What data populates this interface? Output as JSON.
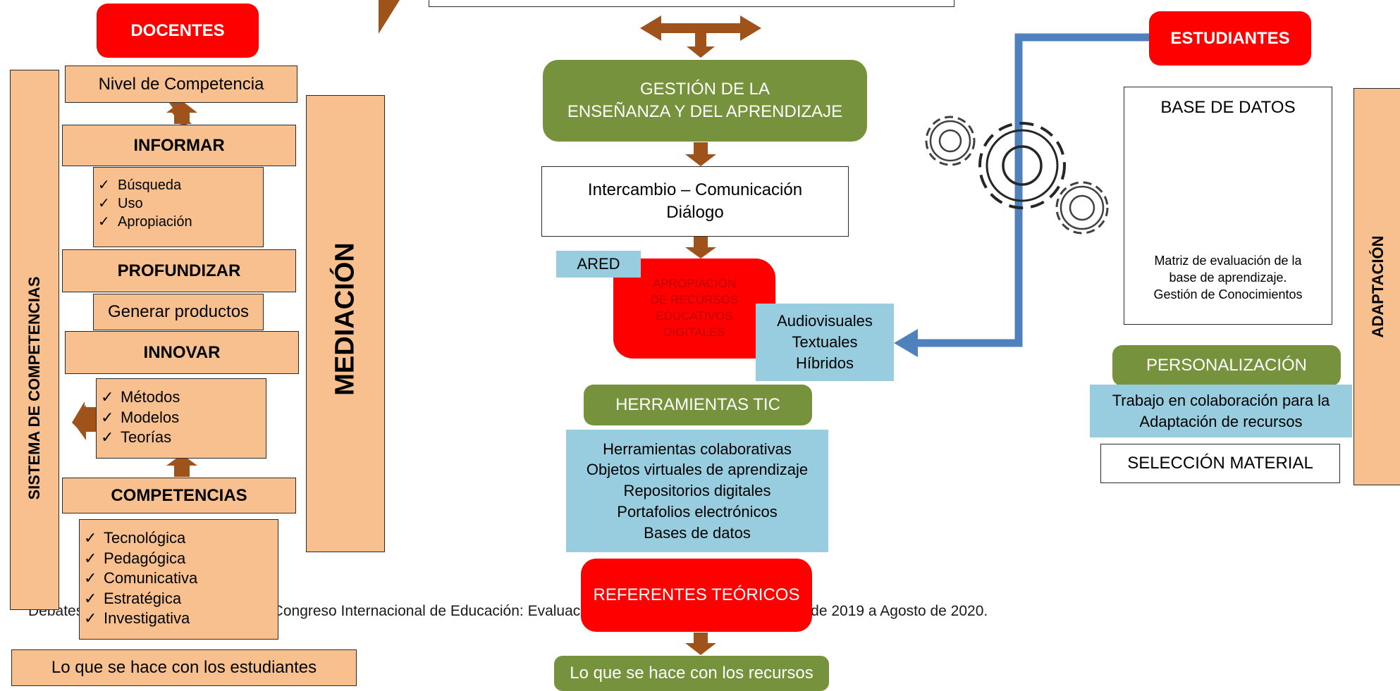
{
  "footer_citation": "Debates en Evaluación y Currículum/Congreso Internacional de Educación: Evaluación 2019 Año 5, No. 5/ Septiembre de 2019 a Agosto de 2020.",
  "left": {
    "docentes": "DOCENTES",
    "sistema": "SISTEMA DE COMPETENCIAS",
    "nivel": "Nivel de Competencia",
    "informar": "INFORMAR",
    "informar_items": [
      "Búsqueda",
      "Uso",
      "Apropiación"
    ],
    "profundizar": "PROFUNDIZAR",
    "generar": "Generar productos",
    "innovar": "INNOVAR",
    "innovar_items": [
      "Métodos",
      "Modelos",
      "Teorías"
    ],
    "competencias": "COMPETENCIAS",
    "competencias_items": [
      "Tecnológica",
      "Pedagógica",
      "Comunicativa",
      "Estratégica",
      "Investigativa"
    ],
    "estudiantes_box": "Lo que se hace con los estudiantes",
    "mediacion": "MEDIACIÓN"
  },
  "center": {
    "gestion": [
      "GESTIÓN DE LA",
      "ENSEÑANZA Y DEL APRENDIZAJE"
    ],
    "intercambio": [
      "Intercambio – Comunicación",
      "Diálogo"
    ],
    "ared": "ARED",
    "apropiacion": [
      "APROPIACIÓN",
      "DE RECURSOS",
      "EDUCATIVOS",
      "DIGITALES"
    ],
    "tipos": [
      "Audiovisuales",
      "Textuales",
      "Híbridos"
    ],
    "herramientas_tic": "HERRAMIENTAS TIC",
    "herramientas_list": [
      "Herramientas colaborativas",
      "Objetos virtuales de aprendizaje",
      "Repositorios digitales",
      "Portafolios electrónicos",
      "Bases de datos"
    ],
    "referentes": "REFERENTES TEÓRICOS",
    "recursos_box": "Lo que se hace con los recursos"
  },
  "right": {
    "estudiantes": "ESTUDIANTES",
    "base_datos": "BASE DE DATOS",
    "matriz": [
      "Matriz de evaluación de la",
      "base de aprendizaje.",
      "Gestión de Conocimientos"
    ],
    "personalizacion": "PERSONALIZACIÓN",
    "trabajo": [
      "Trabajo en colaboración para la",
      "Adaptación de recursos"
    ],
    "seleccion": "SELECCIÓN MATERIAL",
    "adaptacion": "ADAPTACIÓN"
  },
  "colors": {
    "peach": "#f8c08f",
    "red": "#ff0000",
    "green": "#76923c",
    "light_blue": "#97cddf",
    "steel_blue": "#4f81bd",
    "brown_arrow": "#a0521b",
    "database_gray": "#7f7f7f"
  },
  "icons": [
    "gear-icon",
    "database-icon",
    "double-arrow-icon"
  ]
}
